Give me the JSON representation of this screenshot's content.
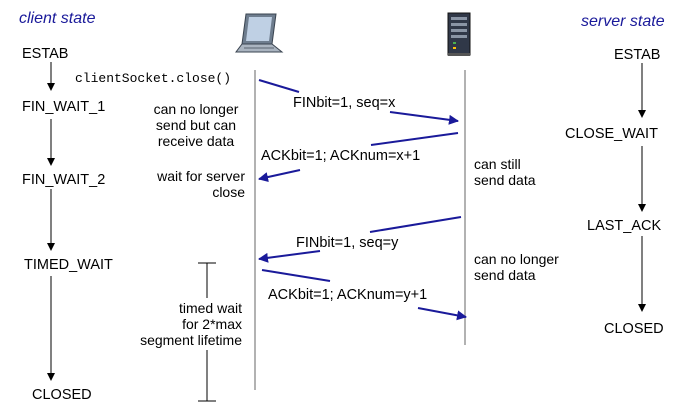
{
  "headers": {
    "client": "client state",
    "server": "server state"
  },
  "client_states": {
    "estab": "ESTAB",
    "fin_wait_1": "FIN_WAIT_1",
    "fin_wait_2": "FIN_WAIT_2",
    "timed_wait": "TIMED_WAIT",
    "closed": "CLOSED"
  },
  "server_states": {
    "estab": "ESTAB",
    "close_wait": "CLOSE_WAIT",
    "last_ack": "LAST_ACK",
    "closed": "CLOSED"
  },
  "call": "clientSocket.close()",
  "messages": {
    "fin_client": "FINbit=1, seq=x",
    "ack_server": "ACKbit=1; ACKnum=x+1",
    "fin_server": "FINbit=1, seq=y",
    "ack_client": "ACKbit=1; ACKnum=y+1"
  },
  "notes": {
    "no_longer_send": [
      "can no longer",
      "send but can",
      "receive data"
    ],
    "wait_server_close": [
      "wait for server",
      "close"
    ],
    "can_still_send": [
      "can still",
      "send data"
    ],
    "server_no_longer_send": [
      "can no longer",
      "send data"
    ],
    "timed_wait": [
      "timed wait",
      "for 2*max",
      "segment lifetime"
    ]
  },
  "colors": {
    "message_arrow": "#1a1a9a",
    "header": "#1a1a9a",
    "timeline": "#999999"
  },
  "icons": {
    "client": "laptop-icon",
    "server": "server-tower-icon"
  }
}
